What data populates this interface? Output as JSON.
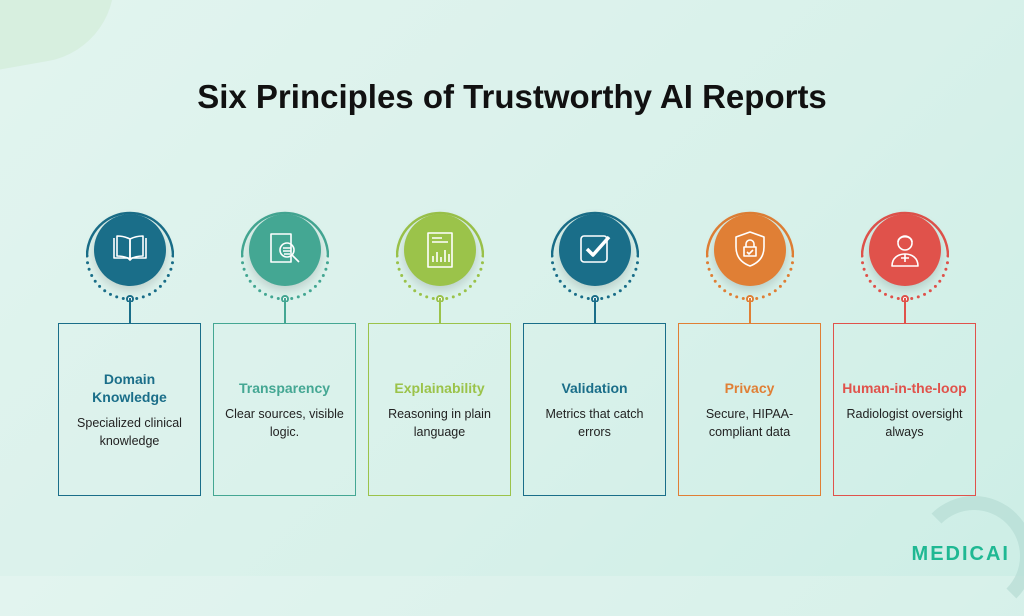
{
  "title": "Six Principles of Trustworthy AI Reports",
  "logo": "MEDICAI",
  "principles": [
    {
      "title": "Domain Knowledge",
      "desc": "Specialized clinical knowledge",
      "icon": "book-icon",
      "color": "#1a6e89"
    },
    {
      "title": "Transparency",
      "desc": "Clear sources, visible logic.",
      "icon": "document-search-icon",
      "color": "#44a793"
    },
    {
      "title": "Explainability",
      "desc": "Reasoning in plain language",
      "icon": "report-chart-icon",
      "color": "#9bc34a"
    },
    {
      "title": "Validation",
      "desc": "Metrics that catch errors",
      "icon": "checkbox-icon",
      "color": "#1a6e89"
    },
    {
      "title": "Privacy",
      "desc": "Secure, HIPAA-compliant data",
      "icon": "shield-lock-icon",
      "color": "#e07f35"
    },
    {
      "title": "Human-in-the-loop",
      "desc": "Radiologist oversight always",
      "icon": "doctor-icon",
      "color": "#e0524b"
    }
  ]
}
